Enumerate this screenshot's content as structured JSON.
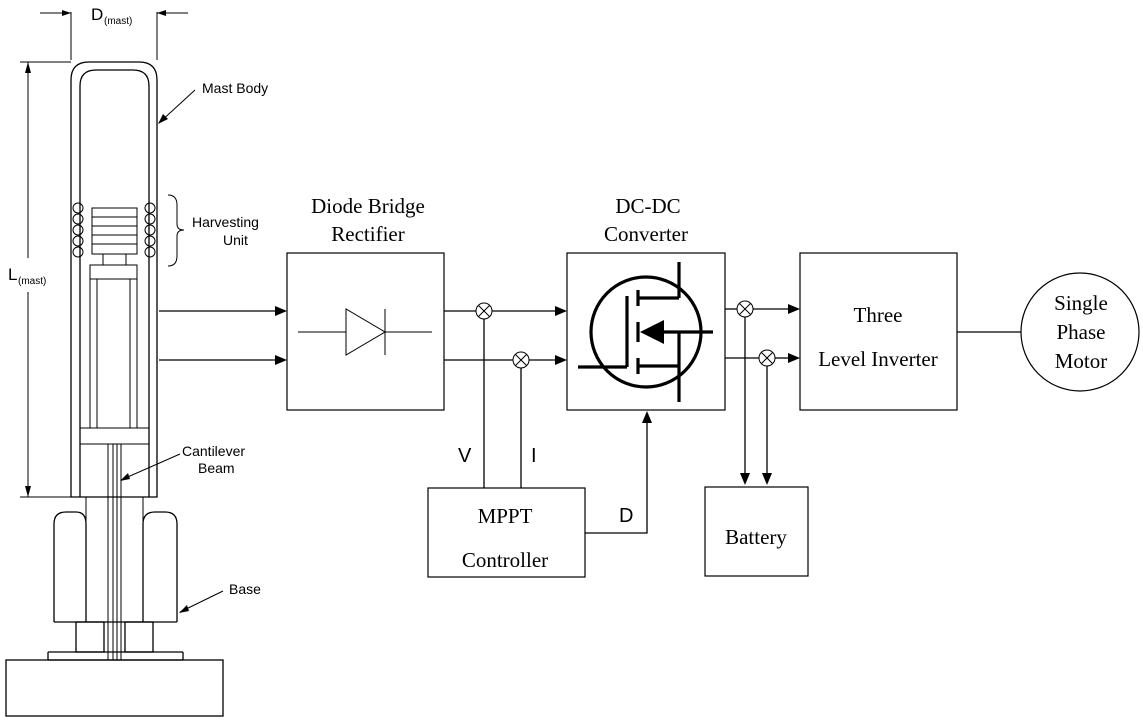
{
  "mast": {
    "diameter_label": "D",
    "diameter_sub": "(mast)",
    "length_label": "L",
    "length_sub": "(mast)",
    "mast_body_label": "Mast Body",
    "harvesting_label_1": "Harvesting",
    "harvesting_label_2": "Unit",
    "cantilever_label_1": "Cantilever",
    "cantilever_label_2": "Beam",
    "base_label": "Base"
  },
  "blocks": {
    "rectifier_title_1": "Diode Bridge",
    "rectifier_title_2": "Rectifier",
    "converter_title_1": "DC-DC",
    "converter_title_2": "Converter",
    "inverter_line_1": "Three",
    "inverter_line_2": "Level Inverter",
    "motor_line_1": "Single",
    "motor_line_2": "Phase",
    "motor_line_3": "Motor",
    "mppt_line_1": "MPPT",
    "mppt_line_2": "Controller",
    "battery_label": "Battery"
  },
  "signals": {
    "voltage": "V",
    "current": "I",
    "duty": "D"
  }
}
